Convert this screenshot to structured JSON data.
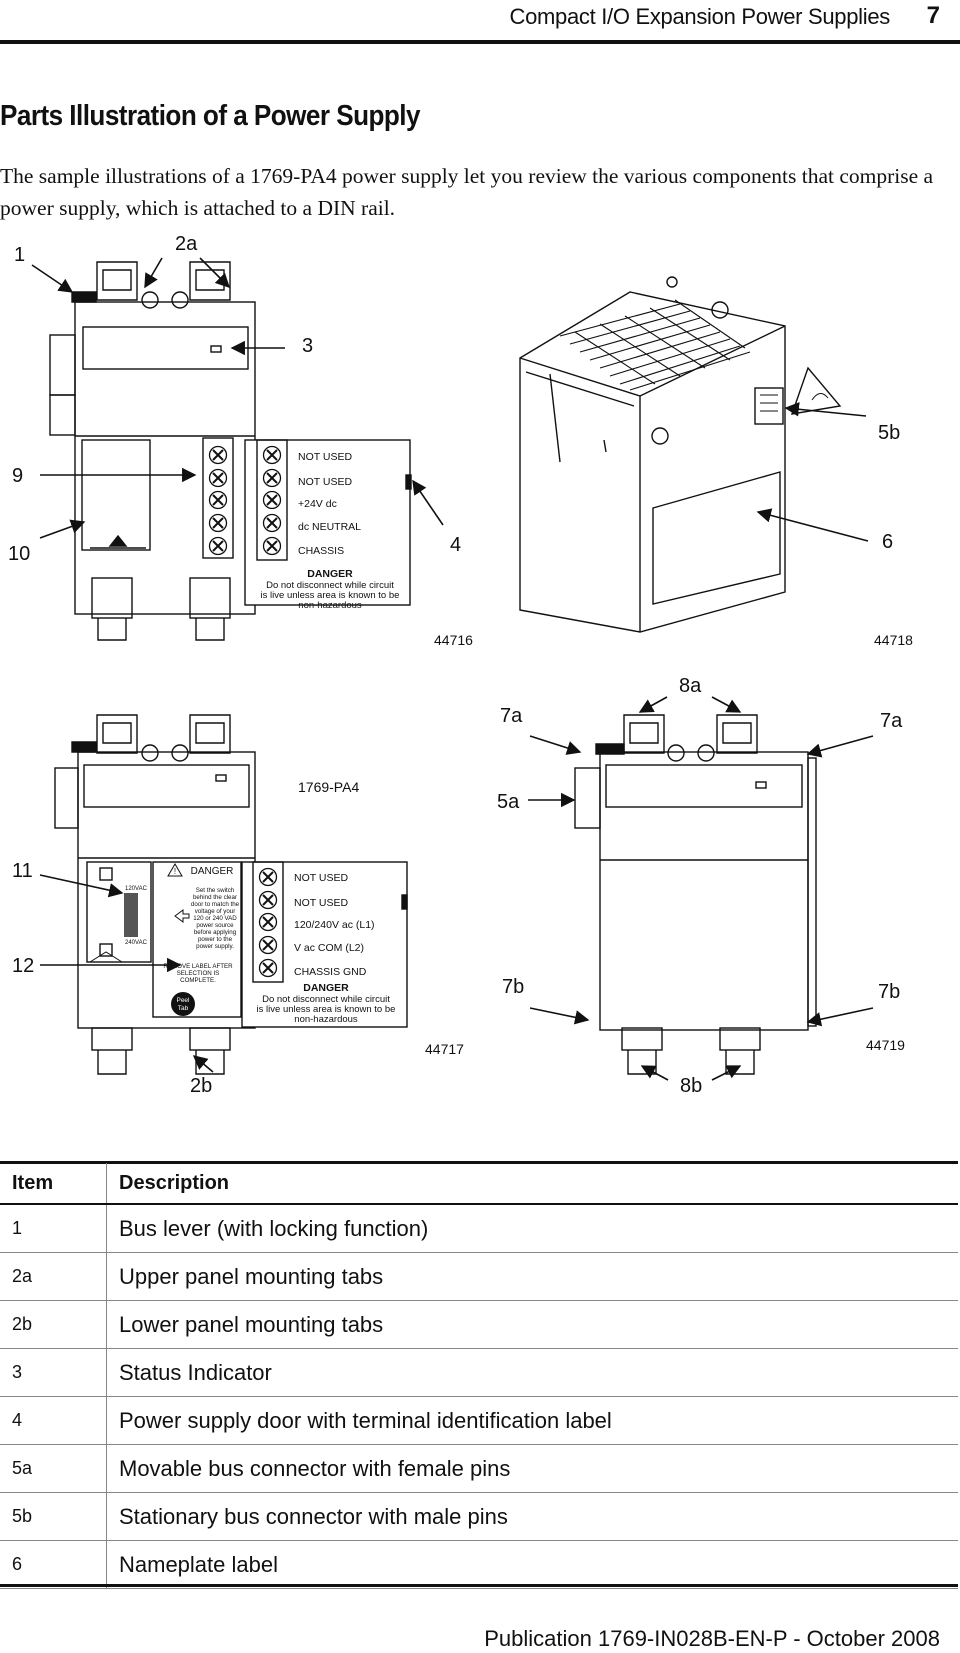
{
  "header": {
    "title": "Compact I/O Expansion Power Supplies",
    "page_number": "7"
  },
  "section_title": "Parts Illustration of a Power Supply",
  "intro_text": "The sample illustrations of a 1769-PA4 power supply let you review the various components that comprise a power supply, which is attached to a DIN rail.",
  "figure": {
    "callouts": {
      "c1": "1",
      "c2a": "2a",
      "c3": "3",
      "c9": "9",
      "c10": "10",
      "c4": "4",
      "c5b": "5b",
      "c6": "6",
      "c8a": "8a",
      "c7a_left": "7a",
      "c7a_right": "7a",
      "c5a": "5a",
      "c11": "11",
      "c12": "12",
      "c7b_left": "7b",
      "c7b_right": "7b",
      "c2b": "2b",
      "c8b": "8b"
    },
    "figure_ids": {
      "f1": "44716",
      "f2": "44718",
      "f3": "44717",
      "f4": "44719"
    },
    "model_label": "1769-PA4",
    "dc_label": {
      "lines": [
        "NOT USED",
        "NOT USED",
        "+24V dc",
        "dc NEUTRAL",
        "CHASSIS"
      ],
      "danger_title": "DANGER",
      "danger_text": [
        "Do not disconnect while circuit",
        "is live unless area is known to be",
        "non-hazardous"
      ]
    },
    "ac_label": {
      "lines": [
        "NOT USED",
        "NOT USED",
        "120/240V ac (L1)",
        "V ac COM (L2)",
        "CHASSIS GND"
      ],
      "danger_title": "DANGER",
      "danger_text": [
        "Do not disconnect while circuit",
        "is live unless area is known to be",
        "non-hazardous"
      ]
    },
    "switch_panel": {
      "danger": "DANGER",
      "instructions": [
        "Set the switch",
        "behind the clear",
        "door to match the",
        "voltage of your",
        "120 or 240 VAD",
        "power source",
        "before applying",
        "power to the",
        "power supply."
      ],
      "remove_label": [
        "REMOVE LABEL AFTER",
        "SELECTION IS",
        "COMPLETE."
      ],
      "peel_tab": [
        "Peel",
        "Tab"
      ],
      "v120": "120VAC",
      "v240": "240VAC"
    }
  },
  "table": {
    "headers": {
      "item": "Item",
      "description": "Description"
    },
    "rows": [
      {
        "item": "1",
        "description": "Bus lever (with locking function)"
      },
      {
        "item": "2a",
        "description": "Upper panel mounting tabs"
      },
      {
        "item": "2b",
        "description": "Lower panel mounting tabs"
      },
      {
        "item": "3",
        "description": "Status Indicator"
      },
      {
        "item": "4",
        "description": "Power supply door with terminal identification label"
      },
      {
        "item": "5a",
        "description": "Movable bus connector with female pins"
      },
      {
        "item": "5b",
        "description": "Stationary bus connector with male pins"
      },
      {
        "item": "6",
        "description": "Nameplate label"
      }
    ]
  },
  "footer": "Publication 1769-IN028B-EN-P - October 2008"
}
